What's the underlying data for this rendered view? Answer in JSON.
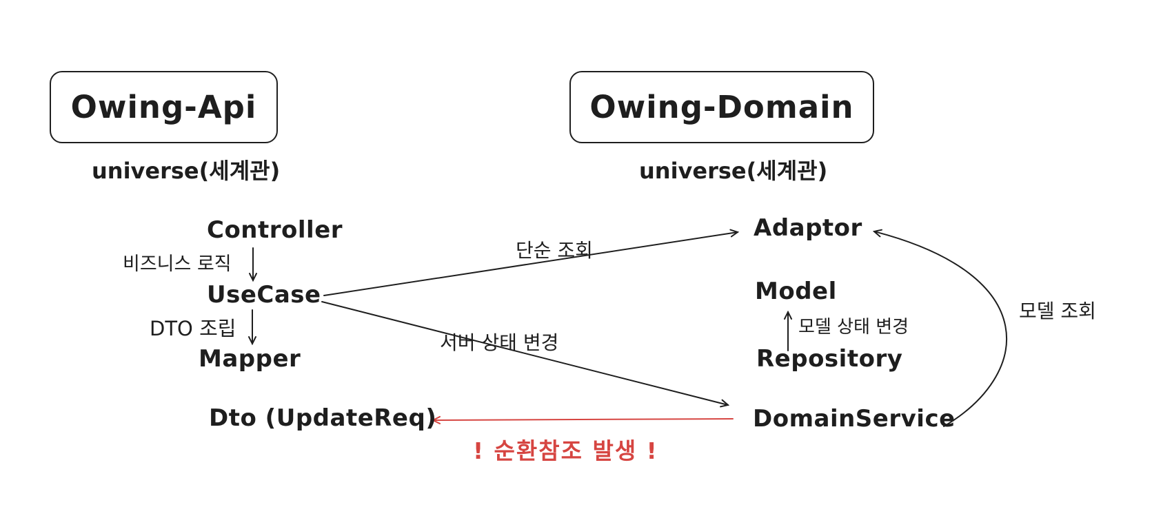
{
  "colors": {
    "ink": "#1e1e1e",
    "warning_red": "#d64541",
    "background": "#ffffff"
  },
  "boxes": {
    "api": {
      "title": "Owing-Api"
    },
    "domain": {
      "title": "Owing-Domain"
    }
  },
  "labels": {
    "api_universe": "universe(세계관)",
    "domain_universe": "universe(세계관)"
  },
  "api_module": {
    "controller": "Controller",
    "usecase": "UseCase",
    "mapper": "Mapper",
    "dto": "Dto (UpdateReq)"
  },
  "domain_module": {
    "adaptor": "Adaptor",
    "model": "Model",
    "repository": "Repository",
    "domain_service": "DomainService"
  },
  "edges": {
    "business_logic": "비즈니스 로직",
    "dto_assembly": "DTO 조립",
    "simple_query": "단순 조회",
    "server_state_change": "서버 상태 변경",
    "model_state_change": "모델 상태 변경",
    "model_query": "모델 조회",
    "circular_reference_warning": "! 순환참조 발생 !"
  }
}
